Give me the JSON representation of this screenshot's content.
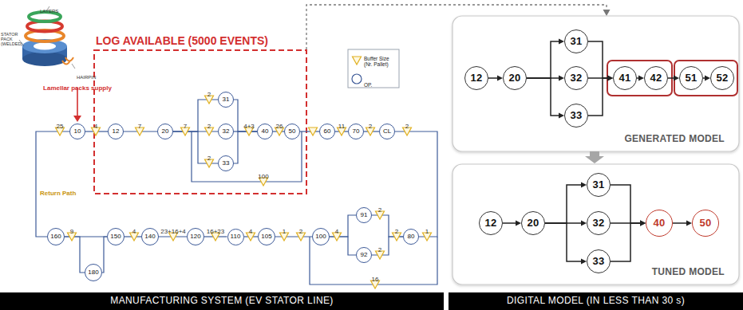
{
  "diagram": {
    "nodes": [
      {
        "text": [
          "10"
        ]
      },
      {
        "text": [
          "12"
        ]
      },
      {
        "text": [
          "20"
        ]
      },
      {
        "text": [
          "31"
        ]
      },
      {
        "text": [
          "32"
        ]
      },
      {
        "text": [
          "33"
        ]
      },
      {
        "text": [
          "40"
        ]
      },
      {
        "text": [
          "50"
        ]
      },
      {
        "text": [
          "60"
        ]
      },
      {
        "text": [
          "70"
        ]
      },
      {
        "text": [
          "CL"
        ]
      },
      {
        "text": [
          "80"
        ]
      },
      {
        "text": [
          "91"
        ]
      },
      {
        "text": [
          "92"
        ]
      },
      {
        "text": [
          "100"
        ]
      },
      {
        "text": [
          "105"
        ]
      },
      {
        "text": [
          "110"
        ]
      },
      {
        "text": [
          "120"
        ]
      },
      {
        "text": [
          "140"
        ]
      },
      {
        "text": [
          "150"
        ]
      },
      {
        "text": [
          "160"
        ]
      },
      {
        "text": [
          "180"
        ]
      },
      {
        "text": [
          "GENERATED MODEL"
        ]
      },
      {
        "text": [
          "12"
        ],
        "in": 22
      },
      {
        "text": [
          "20"
        ],
        "in": 22
      },
      {
        "text": [
          "31"
        ],
        "in": 22
      },
      {
        "text": [
          "32"
        ],
        "in": 22
      },
      {
        "text": [
          "33"
        ],
        "in": 22
      },
      {
        "text": [
          "41"
        ],
        "in": 22
      },
      {
        "text": [
          "42"
        ],
        "in": 22
      },
      {
        "text": [
          "51"
        ],
        "in": 22
      },
      {
        "text": [
          "52"
        ],
        "in": 22
      },
      {
        "text": [
          "TUNED MODEL"
        ]
      },
      {
        "text": [
          "12"
        ],
        "in": 32
      },
      {
        "text": [
          "20"
        ],
        "in": 32
      },
      {
        "text": [
          "31"
        ],
        "in": 32
      },
      {
        "text": [
          "32"
        ],
        "in": 32
      },
      {
        "text": [
          "33"
        ],
        "in": 32
      },
      {
        "text": [
          "40"
        ],
        "in": 32
      },
      {
        "text": [
          "50"
        ],
        "in": 32
      },
      {
        "text": [
          "MANUFACTURING SYSTEM (EV STATOR LINE)"
        ]
      },
      {
        "text": [
          "DIGITAL MODEL (IN LESS THAN 30 s)"
        ]
      }
    ],
    "edges": [
      {
        "from": 0,
        "to": 1,
        "arrow": "none"
      },
      {
        "from": 1,
        "to": 2,
        "arrow": "none"
      },
      {
        "from": 2,
        "to": 3,
        "arrow": "none"
      },
      {
        "from": 2,
        "to": 4,
        "arrow": "none"
      },
      {
        "from": 2,
        "to": 5,
        "arrow": "none"
      },
      {
        "from": 3,
        "to": 6,
        "arrow": "none"
      },
      {
        "from": 4,
        "to": 6,
        "arrow": "none"
      },
      {
        "from": 5,
        "to": 6,
        "arrow": "none"
      },
      {
        "from": 6,
        "to": 7,
        "arrow": "none"
      },
      {
        "from": 7,
        "to": 8,
        "arrow": "none"
      },
      {
        "from": 8,
        "to": 9,
        "arrow": "none"
      },
      {
        "from": 9,
        "to": 10,
        "arrow": "none"
      },
      {
        "from": 10,
        "to": 11,
        "arrow": "none"
      },
      {
        "from": 11,
        "to": 12,
        "arrow": "none"
      },
      {
        "from": 11,
        "to": 13,
        "arrow": "none"
      },
      {
        "from": 12,
        "to": 14,
        "arrow": "none"
      },
      {
        "from": 13,
        "to": 14,
        "arrow": "none"
      },
      {
        "from": 14,
        "to": 15,
        "arrow": "none"
      },
      {
        "from": 15,
        "to": 16,
        "arrow": "none"
      },
      {
        "from": 16,
        "to": 17,
        "arrow": "none"
      },
      {
        "from": 17,
        "to": 18,
        "arrow": "none"
      },
      {
        "from": 18,
        "to": 19,
        "arrow": "none"
      },
      {
        "from": 19,
        "to": 20,
        "arrow": "none"
      },
      {
        "from": 19,
        "to": 21,
        "arrow": "none"
      },
      {
        "from": 21,
        "to": 20,
        "arrow": "none"
      },
      {
        "from": 20,
        "to": 0,
        "arrow": "none"
      },
      {
        "from": 23,
        "to": 24,
        "arrow": "to"
      },
      {
        "from": 24,
        "to": 25,
        "arrow": "to"
      },
      {
        "from": 24,
        "to": 26,
        "arrow": "to"
      },
      {
        "from": 24,
        "to": 27,
        "arrow": "to"
      },
      {
        "from": 25,
        "to": 28,
        "arrow": "to"
      },
      {
        "from": 26,
        "to": 28,
        "arrow": "to"
      },
      {
        "from": 27,
        "to": 28,
        "arrow": "to"
      },
      {
        "from": 28,
        "to": 29,
        "arrow": "to"
      },
      {
        "from": 29,
        "to": 30,
        "arrow": "to"
      },
      {
        "from": 30,
        "to": 31,
        "arrow": "to"
      },
      {
        "from": 33,
        "to": 34,
        "arrow": "to"
      },
      {
        "from": 34,
        "to": 35,
        "arrow": "to"
      },
      {
        "from": 34,
        "to": 36,
        "arrow": "to"
      },
      {
        "from": 34,
        "to": 37,
        "arrow": "to"
      },
      {
        "from": 35,
        "to": 38,
        "arrow": "to"
      },
      {
        "from": 36,
        "to": 38,
        "arrow": "to"
      },
      {
        "from": 37,
        "to": 38,
        "arrow": "to"
      },
      {
        "from": 38,
        "to": 39,
        "arrow": "to"
      }
    ],
    "labels": [
      "LAYERS",
      "STATOR PACK (WELDED)",
      "HAIRPIN",
      "Lamellar packs supply",
      "LOG AVAILABLE (5000 EVENTS)",
      "Return Path",
      "25",
      "4",
      "7",
      "7",
      "2",
      "2",
      "2",
      "100",
      "4+3",
      "26",
      "11",
      "2",
      "2",
      "1",
      "2",
      "2",
      "2",
      "16",
      "4",
      "2",
      "1",
      "4",
      "16+23",
      "23+16+4",
      "4",
      "9"
    ],
    "legend": [
      {
        "text": "Buffer Size (Nr. Pallet)"
      },
      {
        "text": "OP."
      }
    ]
  }
}
